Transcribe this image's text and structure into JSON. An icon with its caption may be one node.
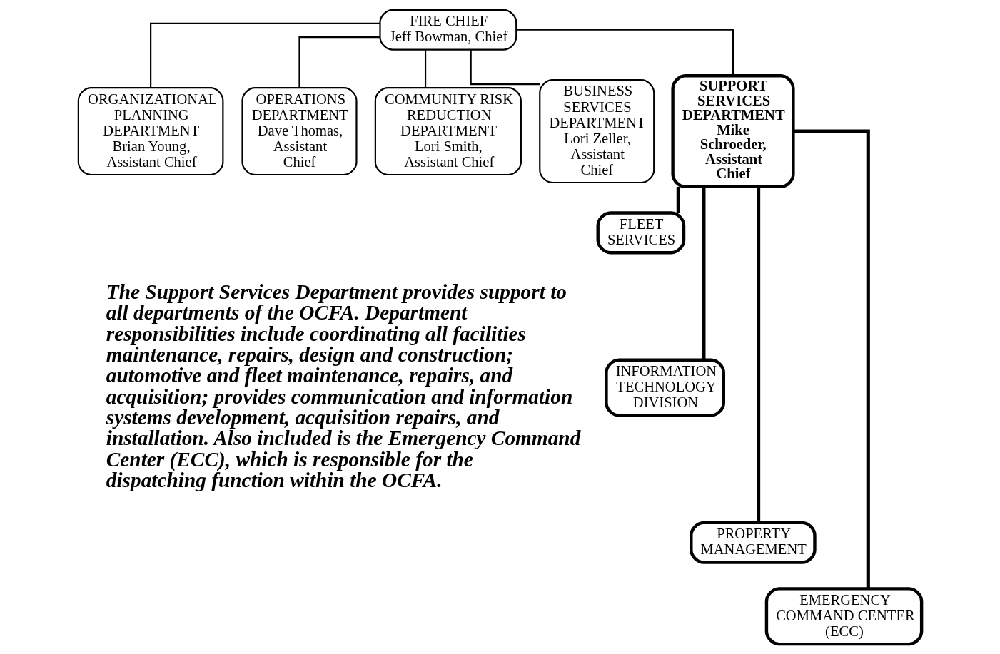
{
  "diagram": {
    "nodes": [
      {
        "text": [
          "FIRE CHIEF",
          "Jeff Bowman, Chief"
        ]
      },
      {
        "text": [
          "ORGANIZATIONAL PLANNING DEPARTMENT",
          "Brian Young, Assistant Chief"
        ]
      },
      {
        "text": [
          "OPERATIONS DEPARTMENT",
          "Dave Thomas, Assistant Chief"
        ]
      },
      {
        "text": [
          "COMMUNITY RISK REDUCTION DEPARTMENT",
          "Lori Smith, Assistant Chief"
        ]
      },
      {
        "text": [
          "BUSINESS SERVICES DEPARTMENT",
          "Lori Zeller, Assistant Chief"
        ]
      },
      {
        "text": [
          "SUPPORT SERVICES DEPARTMENT",
          "Mike Schroeder, Assistant Chief"
        ]
      },
      {
        "text": [
          "FLEET SERVICES"
        ]
      },
      {
        "text": [
          "INFORMATION TECHNOLOGY DIVISION"
        ]
      },
      {
        "text": [
          "PROPERTY MANAGEMENT"
        ]
      },
      {
        "text": [
          "EMERGENCY COMMAND CENTER (ECC)"
        ]
      }
    ],
    "edges": [
      {
        "from": 0,
        "to": 1,
        "arrow": "none"
      },
      {
        "from": 0,
        "to": 2,
        "arrow": "none"
      },
      {
        "from": 0,
        "to": 3,
        "arrow": "none"
      },
      {
        "from": 0,
        "to": 4,
        "arrow": "none"
      },
      {
        "from": 0,
        "to": 5,
        "arrow": "none"
      },
      {
        "from": 5,
        "to": 6,
        "arrow": "none",
        "style": "thick"
      },
      {
        "from": 5,
        "to": 7,
        "arrow": "none",
        "style": "thick"
      },
      {
        "from": 5,
        "to": 8,
        "arrow": "none",
        "style": "thick"
      },
      {
        "from": 5,
        "to": 9,
        "arrow": "none",
        "style": "thick"
      }
    ],
    "labels": [
      "The Support Services Department provides support to all departments of the OCFA. Department responsibilities include coordinating all facilities maintenance, repairs, design and construction; automotive and fleet maintenance, repairs, and acquisition; provides communication and information systems development, acquisition repairs, and installation. Also included is the Emergency Command Center (ECC), which is responsible for the dispatching function within the OCFA."
    ]
  }
}
